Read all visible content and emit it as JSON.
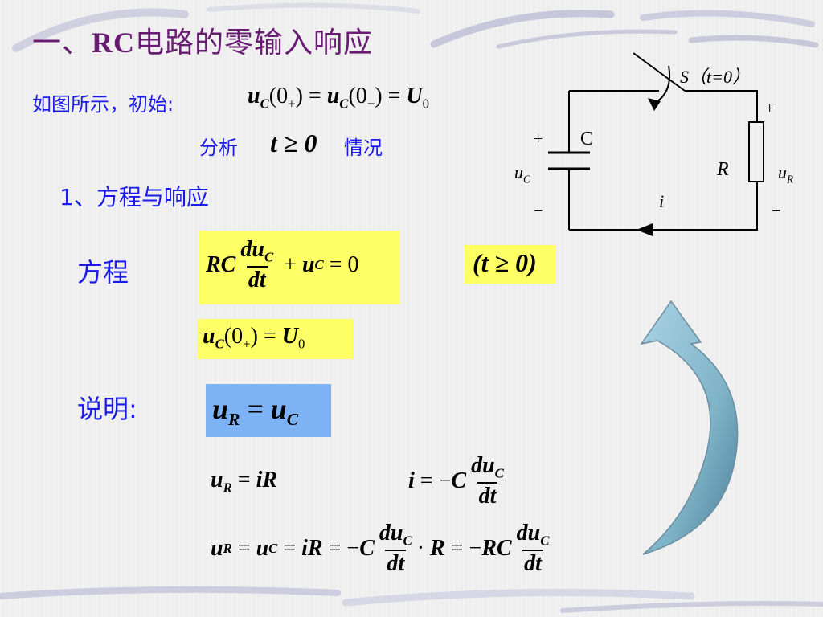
{
  "title": {
    "prefix": "一、",
    "latin": "RC",
    "rest": "电路的零输入响应"
  },
  "intro": {
    "text": "如图所示，初始:",
    "eq": "u_C(0₊) = u_C(0₋) = U₀"
  },
  "analysis": {
    "label": "分析",
    "condition": "t ≥ 0",
    "suffix": "情况"
  },
  "section1": {
    "heading": "1、方程与响应"
  },
  "equation": {
    "label": "方程",
    "condition": "(t ≥ 0)",
    "initial_condition": "u_C(0₊) = U₀"
  },
  "explanation": {
    "label": "说明:",
    "relation": "u_R = u_C"
  },
  "circuit": {
    "switch_label": "S（t=0）",
    "capacitor_label": "C",
    "uc_label": "u",
    "uc_sub": "C",
    "resistor_label": "R",
    "ur_label": "u",
    "ur_sub": "R",
    "current_label": "i",
    "plus": "+",
    "minus": "−"
  },
  "colors": {
    "title": "#6a1b73",
    "text_blue": "#1a1ae6",
    "highlight_yellow": "#ffff66",
    "highlight_blue": "#7db3f5",
    "arrow_fill": "#7fb3c8"
  }
}
